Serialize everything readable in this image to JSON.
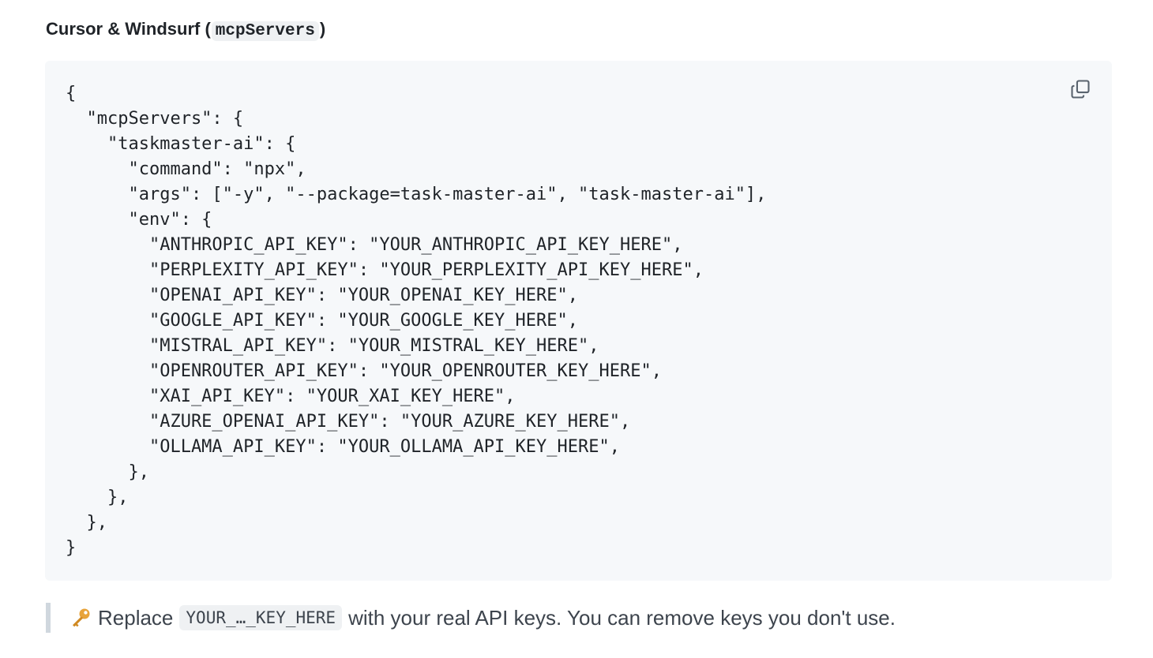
{
  "heading": {
    "text_before": "Cursor & Windsurf (",
    "code": "mcpServers",
    "text_after": ")"
  },
  "code_block": {
    "lines": [
      "{",
      "  \"mcpServers\": {",
      "    \"taskmaster-ai\": {",
      "      \"command\": \"npx\",",
      "      \"args\": [\"-y\", \"--package=task-master-ai\", \"task-master-ai\"],",
      "      \"env\": {",
      "        \"ANTHROPIC_API_KEY\": \"YOUR_ANTHROPIC_API_KEY_HERE\",",
      "        \"PERPLEXITY_API_KEY\": \"YOUR_PERPLEXITY_API_KEY_HERE\",",
      "        \"OPENAI_API_KEY\": \"YOUR_OPENAI_KEY_HERE\",",
      "        \"GOOGLE_API_KEY\": \"YOUR_GOOGLE_KEY_HERE\",",
      "        \"MISTRAL_API_KEY\": \"YOUR_MISTRAL_KEY_HERE\",",
      "        \"OPENROUTER_API_KEY\": \"YOUR_OPENROUTER_KEY_HERE\",",
      "        \"XAI_API_KEY\": \"YOUR_XAI_KEY_HERE\",",
      "        \"AZURE_OPENAI_API_KEY\": \"YOUR_AZURE_KEY_HERE\",",
      "        \"OLLAMA_API_KEY\": \"YOUR_OLLAMA_API_KEY_HERE\",",
      "      },",
      "    },",
      "  },",
      "}"
    ],
    "copy_icon": "copy-icon"
  },
  "note": {
    "emoji_icon": "key-icon",
    "text_before": "Replace",
    "code": "YOUR_…_KEY_HERE",
    "text_after": "with your real API keys. You can remove keys you don't use."
  }
}
